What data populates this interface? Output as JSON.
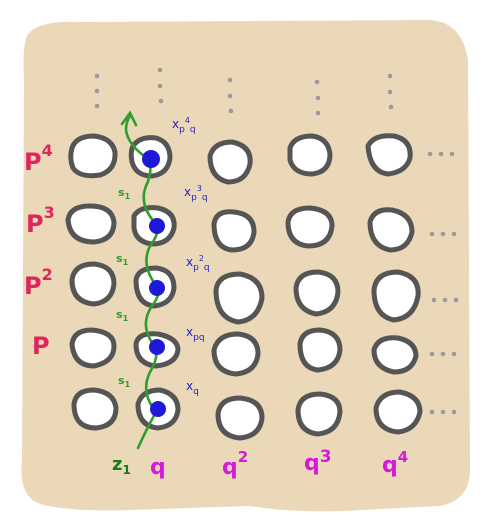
{
  "colors": {
    "background": "#ead8b8",
    "cell_fill": "#ffffff",
    "cell_stroke": "#555555",
    "dot": "#1f18d8",
    "arrow": "#2e9e2e",
    "row_label": "#e0245e",
    "col_label": "#d61bd6",
    "x_label": "#2323c8",
    "z_label": "#1a7a1a",
    "ellipsis": "#9a9a9a"
  },
  "row_labels": {
    "p4": {
      "base": "P",
      "exp": "4"
    },
    "p3": {
      "base": "P",
      "exp": "3"
    },
    "p2": {
      "base": "P",
      "exp": "2"
    },
    "p": {
      "base": "P",
      "exp": ""
    }
  },
  "col_labels": {
    "q": {
      "base": "q",
      "exp": ""
    },
    "q2": {
      "base": "q",
      "exp": "2"
    },
    "q3": {
      "base": "q",
      "exp": "3"
    },
    "q4": {
      "base": "q",
      "exp": "4"
    }
  },
  "x_labels": {
    "xq": {
      "x": "x",
      "sub": "q"
    },
    "xpq": {
      "x": "x",
      "sub": "pq"
    },
    "xp2q": {
      "x": "x",
      "sub": "p",
      "sup": "2",
      "sub2": "q"
    },
    "xp3q": {
      "x": "x",
      "sub": "p",
      "sup": "3",
      "sub2": "q"
    },
    "xp4q": {
      "x": "x",
      "sub": "p",
      "sup": "4",
      "sub2": "q"
    }
  },
  "step_label": {
    "s": "s",
    "sub": "1"
  },
  "start_label": {
    "z": "z",
    "sub": "1"
  }
}
